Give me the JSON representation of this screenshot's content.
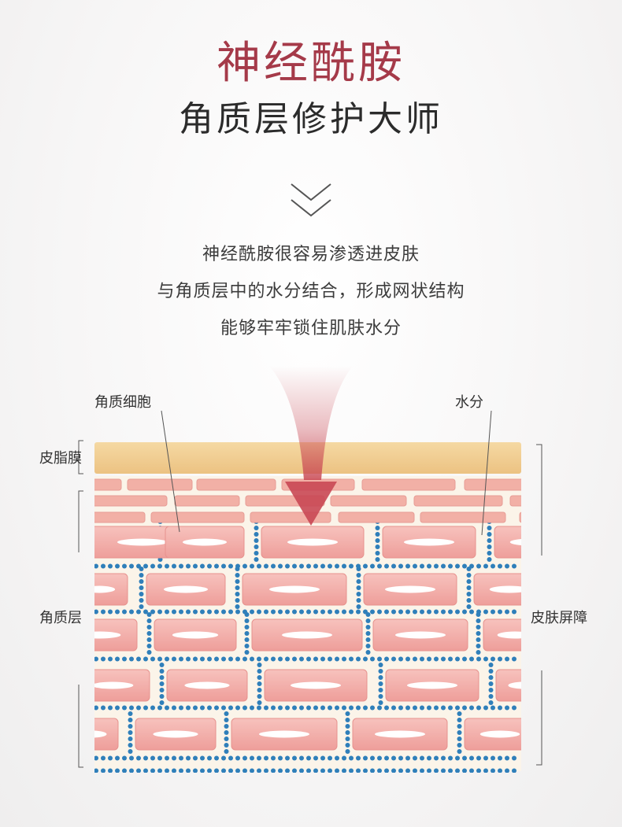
{
  "header": {
    "title": "神经酰胺",
    "subtitle": "角质层修护大师"
  },
  "description": [
    "神经酰胺很容易渗透进皮肤",
    "与角质层中的水分结合，形成网状结构",
    "能够牢牢锁住肌肤水分"
  ],
  "diagram": {
    "labels": {
      "corneocyte": "角质细胞",
      "water": "水分",
      "sebum_membrane": "皮脂膜",
      "stratum_corneum": "角质层",
      "skin_barrier": "皮肤屏障"
    }
  },
  "colors": {
    "title": "#a53a49",
    "sebum": "#f2cf93",
    "cell": "#f1aaa6",
    "water_dot": "#2f7fba",
    "arrow": "#c94854"
  },
  "icons": [
    "chevron-down-icon",
    "arrow-down-icon"
  ]
}
